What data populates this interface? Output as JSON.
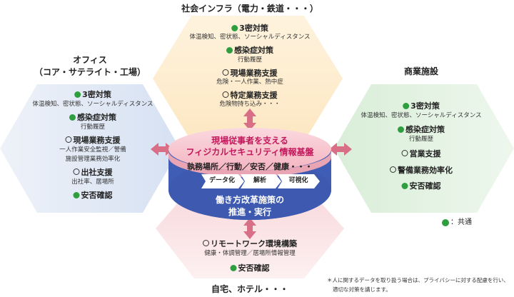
{
  "top": {
    "title": "社会インフラ（電力・鉄道・・・）",
    "items": [
      {
        "marker": "common",
        "label": "3密対策",
        "detail": "体温検知、密状態、ソーシャルディスタンス"
      },
      {
        "marker": "common",
        "label": "感染症対策",
        "detail": "行動履歴"
      },
      {
        "marker": "circle",
        "label": "現場業務支援",
        "detail": "危険・一人作業、熱中症"
      },
      {
        "marker": "circle",
        "label": "特定業務支援",
        "detail": "危険物持ち込み・・・"
      }
    ]
  },
  "left": {
    "title_1": "オフィス",
    "title_2": "（コア・サテライト・工場）",
    "items": [
      {
        "marker": "common",
        "label": "3密対策",
        "detail": "体温検知、密状態、ソーシャルディスタンス"
      },
      {
        "marker": "common",
        "label": "感染症対策",
        "detail": "行動履歴"
      },
      {
        "marker": "circle",
        "label": "現場業務支援",
        "detail": "一人作業安全監視／警備",
        "detail_2": "施設管理業務効率化"
      },
      {
        "marker": "circle",
        "label": "出社支援",
        "detail": "出社率、居場所"
      },
      {
        "marker": "common",
        "label": "安否確認"
      }
    ]
  },
  "right": {
    "title": "商業施設",
    "items": [
      {
        "marker": "common",
        "label": "3密対策",
        "detail": "体温検知、密状態、ソーシャルディスタンス"
      },
      {
        "marker": "common",
        "label": "感染症対策",
        "detail": "行動履歴"
      },
      {
        "marker": "circle",
        "label": "営業支援"
      },
      {
        "marker": "circle",
        "label": "警備業務効率化"
      },
      {
        "marker": "common",
        "label": "安否確認"
      }
    ]
  },
  "bottom": {
    "title": "自宅、ホテル・・・",
    "items": [
      {
        "marker": "circle",
        "label": "リモートワーク環境構築",
        "detail": "健康・体調管理／居場所情報管理"
      },
      {
        "marker": "common",
        "label": "安否確認"
      }
    ]
  },
  "hub": {
    "line_1": "現場従事者を支える",
    "line_2": "フィジカルセキュリティ情報基盤",
    "line_3": "執務場所／行動／安否／健康・・・",
    "flow": [
      "データ化",
      "解析",
      "可視化"
    ],
    "bottom_1": "働き方改革施策の",
    "bottom_2": "推進・実行"
  },
  "legend": {
    "label": "：共通"
  },
  "footnote": {
    "line_1": "＊人に関するデータを取り扱う場合は、プライバシーに対する配慮を行い、",
    "line_2": "適切な対策を講じます。"
  },
  "colors": {
    "top_hex": "#fde7c2",
    "left_hex": "#dde6f4",
    "right_hex": "#e1f1e0",
    "bottom_hex": "#fbe1e4",
    "common_marker": "#2e9e3f",
    "hub_blue": "#3f5db4",
    "accent_pink": "#c2185b"
  }
}
